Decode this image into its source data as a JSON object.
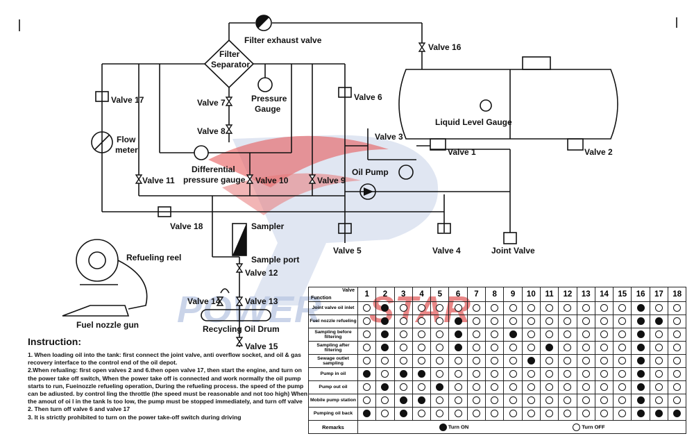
{
  "labels": {
    "filter_exhaust_valve": "Filter exhaust valve",
    "valve16": "Valve 16",
    "filter_sep1": "Filter",
    "filter_sep2": "Separator",
    "valve17": "Valve 17",
    "valve7": "Valve 7",
    "pressure_gauge1": "Pressure",
    "pressure_gauge2": "Gauge",
    "valve6": "Valve 6",
    "valve8": "Valve 8",
    "flow_meter1": "Flow",
    "flow_meter2": "meter",
    "liquid_level_gauge": "Liquid Level Gauge",
    "valve3": "Valve 3",
    "valve1": "Valve 1",
    "valve2": "Valve 2",
    "diff_gauge1": "Differential",
    "diff_gauge2": "pressure gauge",
    "oil_pump": "Oil Pump",
    "valve11": "Valve 11",
    "valve10": "Valve 10",
    "valve9": "Valve 9",
    "valve18": "Valve 18",
    "sampler": "Sampler",
    "valve5": "Valve 5",
    "valve4": "Valve 4",
    "joint_valve": "Joint Valve",
    "refueling_reel": "Refueling reel",
    "sample_port": "Sample port",
    "valve12": "Valve 12",
    "valve14": "Valve 14",
    "valve13": "Valve 13",
    "fuel_nozzle_gun": "Fuel nozzle gun",
    "recycling_oil_drum": "Recycling Oil Drum",
    "valve15": "Valve 15"
  },
  "watermark": {
    "part1": "POWER",
    "part2": "STAR"
  },
  "instruction": {
    "title": "Instruction:",
    "lines": [
      "1. When loading oil into the tank: first connect the joint valve, anti overflow socket, and oil & gas recovery interface to the control end of the oil depot.",
      "2.When refualing: first open valves 2 and 6.then open valve 17, then start the engine, and turn on the power take off switch, When the power take off is connected and work normally the oil pump starts to run, Fueinozzle refueling operation, During the refueling process. the speed of the pump can be adiusted. by control ling the throttle (the speed must be reasonable and not too high) When the amout of oi l in the tank Is too low, the pump must be stopped immediately, and turn off valve 2. Then turn off valve 6 and valve 17",
      "3. It is strictly prohibited to turn on the power take-off switch during driving"
    ]
  },
  "table": {
    "corner_valve": "Valve",
    "corner_function": "Function",
    "columns": [
      "1",
      "2",
      "3",
      "4",
      "5",
      "6",
      "7",
      "8",
      "9",
      "10",
      "11",
      "12",
      "13",
      "14",
      "15",
      "16",
      "17",
      "18"
    ],
    "rows": [
      {
        "function": "Joint valve oil inlet",
        "on": [
          2,
          16
        ]
      },
      {
        "function": "Fuel nozzle refueling",
        "on": [
          2,
          6,
          16,
          17
        ]
      },
      {
        "function": "Sampling before filtering",
        "on": [
          2,
          6,
          9,
          16
        ]
      },
      {
        "function": "Sampling after filtering",
        "on": [
          2,
          6,
          11,
          16
        ]
      },
      {
        "function": "Sewage outlet sampling",
        "on": [
          10,
          16
        ]
      },
      {
        "function": "Pump in oil",
        "on": [
          1,
          3,
          4,
          16
        ]
      },
      {
        "function": "Pump out oil",
        "on": [
          2,
          5,
          16
        ]
      },
      {
        "function": "Mobile pump station",
        "on": [
          3,
          4,
          16
        ]
      },
      {
        "function": "Pumping oil back",
        "on": [
          1,
          3,
          16,
          17,
          18
        ]
      }
    ],
    "remarks_label": "Remarks",
    "turn_on": "Turn ON",
    "turn_off": "Turn OFF"
  }
}
